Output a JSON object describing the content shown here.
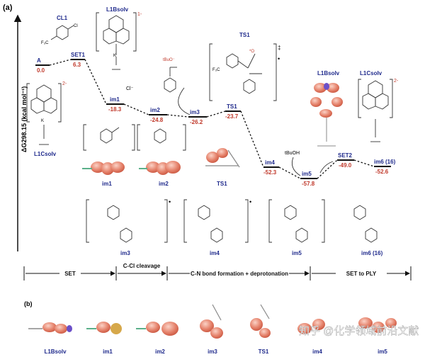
{
  "panel_a_label": "(a)",
  "panel_b_label": "(b)",
  "y_axis_label": "ΔG298.15 (kcal mol⁻¹)",
  "levels": [
    {
      "name": "A",
      "value": "0.0"
    },
    {
      "name": "SET1",
      "value": "6.3"
    },
    {
      "name": "im1",
      "value": "-18.3"
    },
    {
      "name": "im2",
      "value": "-24.8"
    },
    {
      "name": "im3",
      "value": "-26.2"
    },
    {
      "name": "TS1",
      "value": "-23.7"
    },
    {
      "name": "im4",
      "value": "-52.3"
    },
    {
      "name": "im5",
      "value": "-57.8"
    },
    {
      "name": "SET2",
      "value": "-49.0"
    },
    {
      "name": "im6 (16)",
      "value": "-52.6"
    }
  ],
  "labels": {
    "cl1": "CL1",
    "l1b_solv": "L1Bsolv",
    "l1c_solv": "L1Csolv",
    "ts1_top": "TS1",
    "tbuo_minus": "tBuO⁻",
    "cl_minus": "Cl⁻",
    "tbuoh": "tBuOH",
    "charge_1minus": "1-",
    "charge_2minus": "2-",
    "double_dagger": "‡",
    "radical_dot": "•"
  },
  "structures": [
    {
      "name": "im1"
    },
    {
      "name": "im2"
    },
    {
      "name": "TS1"
    }
  ],
  "lower_structures": [
    {
      "name": "im3"
    },
    {
      "name": "im4"
    },
    {
      "name": "im5"
    },
    {
      "name": "im6 (16)"
    }
  ],
  "stages": [
    {
      "name": "SET"
    },
    {
      "name": "C-Cl cleavage"
    },
    {
      "name": "C-N bond formation + deprotonation"
    },
    {
      "name": "SET to PLY"
    }
  ],
  "spin_labels": [
    "L1Bsolv",
    "im1",
    "im2",
    "im3",
    "TS1",
    "im4",
    "im5"
  ],
  "watermark": "知乎 @化学领域前沿文献",
  "colors": {
    "level_value": "#c0392b",
    "level_name": "#1f2a8c",
    "lobe": "#e5826b",
    "bond": "#555555"
  }
}
